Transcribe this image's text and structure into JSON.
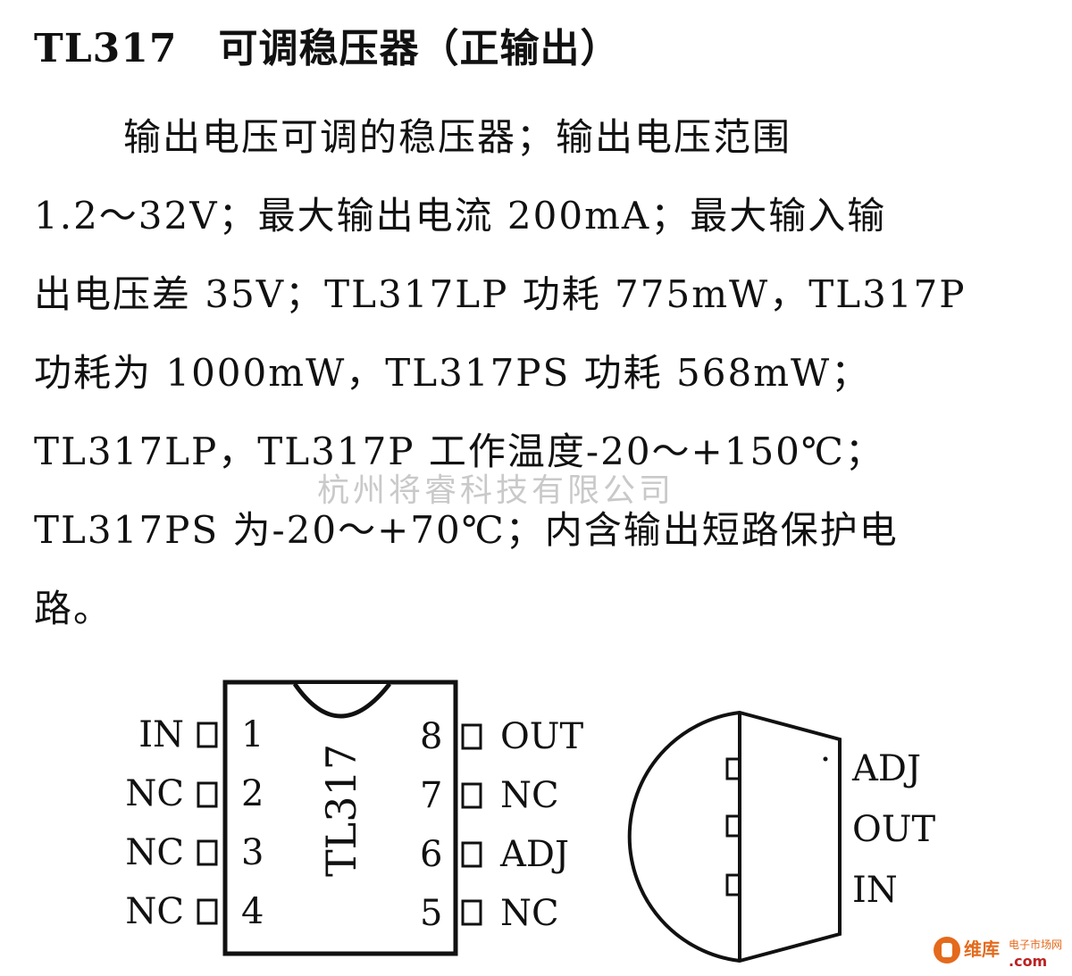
{
  "title": {
    "part": "TL317",
    "name": "可调稳压器（正输出）"
  },
  "description": {
    "lines": [
      "输出电压可调的稳压器；输出电压范围",
      "1.2～32V；最大输出电流 200mA；最大输入输",
      "出电压差 35V；TL317LP 功耗 775mW，TL317P",
      "功耗为 1000mW，TL317PS 功耗 568mW；",
      "TL317LP，TL317P 工作温度-20～+150℃；",
      "TL317PS 为-20～+70℃；内含输出短路保护电",
      "路。"
    ]
  },
  "watermark": "杭州将睿科技有限公司",
  "dip8": {
    "part_label": "TL317",
    "pins": [
      {
        "num": "1",
        "label": "IN"
      },
      {
        "num": "2",
        "label": "NC"
      },
      {
        "num": "3",
        "label": "NC"
      },
      {
        "num": "4",
        "label": "NC"
      },
      {
        "num": "5",
        "label": "NC"
      },
      {
        "num": "6",
        "label": "ADJ"
      },
      {
        "num": "7",
        "label": "NC"
      },
      {
        "num": "8",
        "label": "OUT"
      }
    ]
  },
  "to92": {
    "pins": [
      "ADJ",
      "OUT",
      "IN"
    ]
  },
  "logo": {
    "cn": "维库",
    "sub": "电子市场网",
    "domain": ".com"
  }
}
